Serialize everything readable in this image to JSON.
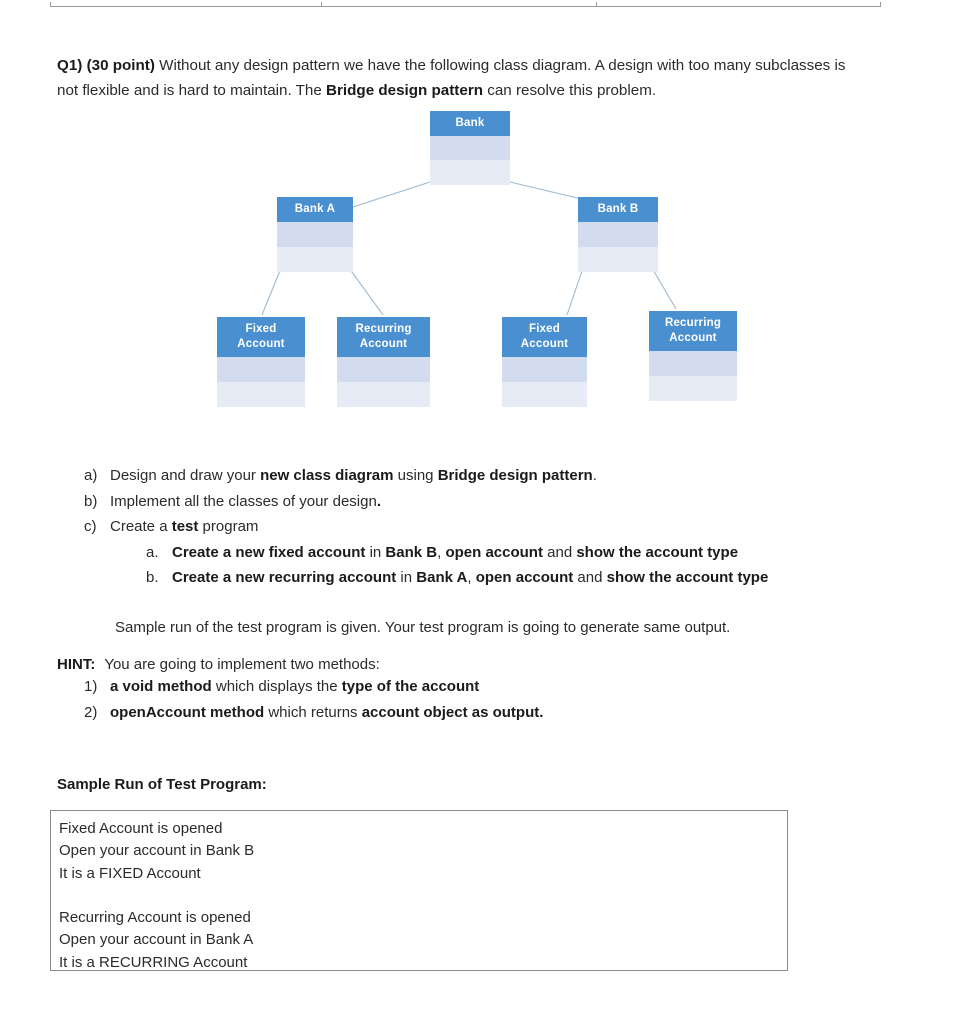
{
  "document": {
    "intro": {
      "q_label": "Q1)",
      "points": "(30 point)",
      "text_1": " Without any design pattern we have the following class diagram. A design with too many subclasses is not flexible and is hard to maintain. The ",
      "emphasis": "Bridge design pattern",
      "text_2": " can resolve this problem."
    },
    "diagram": {
      "title": "class-diagram",
      "colors": {
        "header_blue": "#4a8fd0",
        "middle_band": "#d3dcee",
        "bottom_band": "#e7ebf6",
        "connector": "#9fb9cd"
      },
      "nodes": [
        {
          "id": "bank",
          "label": "Bank"
        },
        {
          "id": "bank-a",
          "label": "Bank A"
        },
        {
          "id": "bank-b",
          "label": "Bank B"
        },
        {
          "id": "fixed-account-a",
          "label_line1": "Fixed",
          "label_line2": "Account"
        },
        {
          "id": "recurring-account-a",
          "label_line1": "Recurring",
          "label_line2": "Account"
        },
        {
          "id": "fixed-account-b",
          "label_line1": "Fixed",
          "label_line2": "Account"
        },
        {
          "id": "recurring-account-b",
          "label_line1": "Recurring",
          "label_line2": "Account"
        }
      ]
    },
    "tasks": [
      {
        "marker": "a)",
        "parts": [
          {
            "t": "Design and draw your ",
            "b": false
          },
          {
            "t": "new class diagram",
            "b": true
          },
          {
            "t": " using ",
            "b": false
          },
          {
            "t": "Bridge design pattern",
            "b": true
          },
          {
            "t": ".",
            "b": false
          }
        ]
      },
      {
        "marker": "b)",
        "parts": [
          {
            "t": "Implement all the classes of your design",
            "b": false
          },
          {
            "t": ".",
            "b": true
          }
        ]
      },
      {
        "marker": "c)",
        "parts": [
          {
            "t": "Create a ",
            "b": false
          },
          {
            "t": "test",
            "b": true
          },
          {
            "t": " program",
            "b": false
          }
        ]
      }
    ],
    "subtasks": [
      {
        "marker": "a.",
        "parts": [
          {
            "t": "Create a new fixed account",
            "b": true
          },
          {
            "t": " in ",
            "b": false
          },
          {
            "t": "Bank B",
            "b": true
          },
          {
            "t": ", ",
            "b": false
          },
          {
            "t": "open account",
            "b": true
          },
          {
            "t": " and ",
            "b": false
          },
          {
            "t": "show the account type",
            "b": true
          }
        ]
      },
      {
        "marker": "b.",
        "parts": [
          {
            "t": "Create a new recurring account",
            "b": true
          },
          {
            "t": " in ",
            "b": false
          },
          {
            "t": "Bank A",
            "b": true
          },
          {
            "t": ", ",
            "b": false
          },
          {
            "t": "open account",
            "b": true
          },
          {
            "t": " and ",
            "b": false
          },
          {
            "t": "show the account type",
            "b": true
          }
        ]
      }
    ],
    "sample_note": "Sample run of the test program is given. Your test program is going to generate same output.",
    "hint": {
      "label": "HINT:",
      "text": "You are going to implement two methods:"
    },
    "methods": [
      {
        "marker": "1)",
        "parts": [
          {
            "t": "a void method",
            "b": true
          },
          {
            "t": " which displays the ",
            "b": false
          },
          {
            "t": "type of the account",
            "b": true
          }
        ]
      },
      {
        "marker": "2)",
        "parts": [
          {
            "t": "openAccount method",
            "b": true
          },
          {
            "t": " which returns ",
            "b": false
          },
          {
            "t": "account object as output.",
            "b": true
          }
        ]
      }
    ],
    "sample_run": {
      "title": "Sample Run of Test Program:",
      "lines": [
        "Fixed Account is opened",
        "Open your account in Bank B",
        "It is a FIXED Account",
        "",
        "Recurring Account is opened",
        "Open your account in Bank A",
        "It is a RECURRING Account"
      ]
    }
  }
}
